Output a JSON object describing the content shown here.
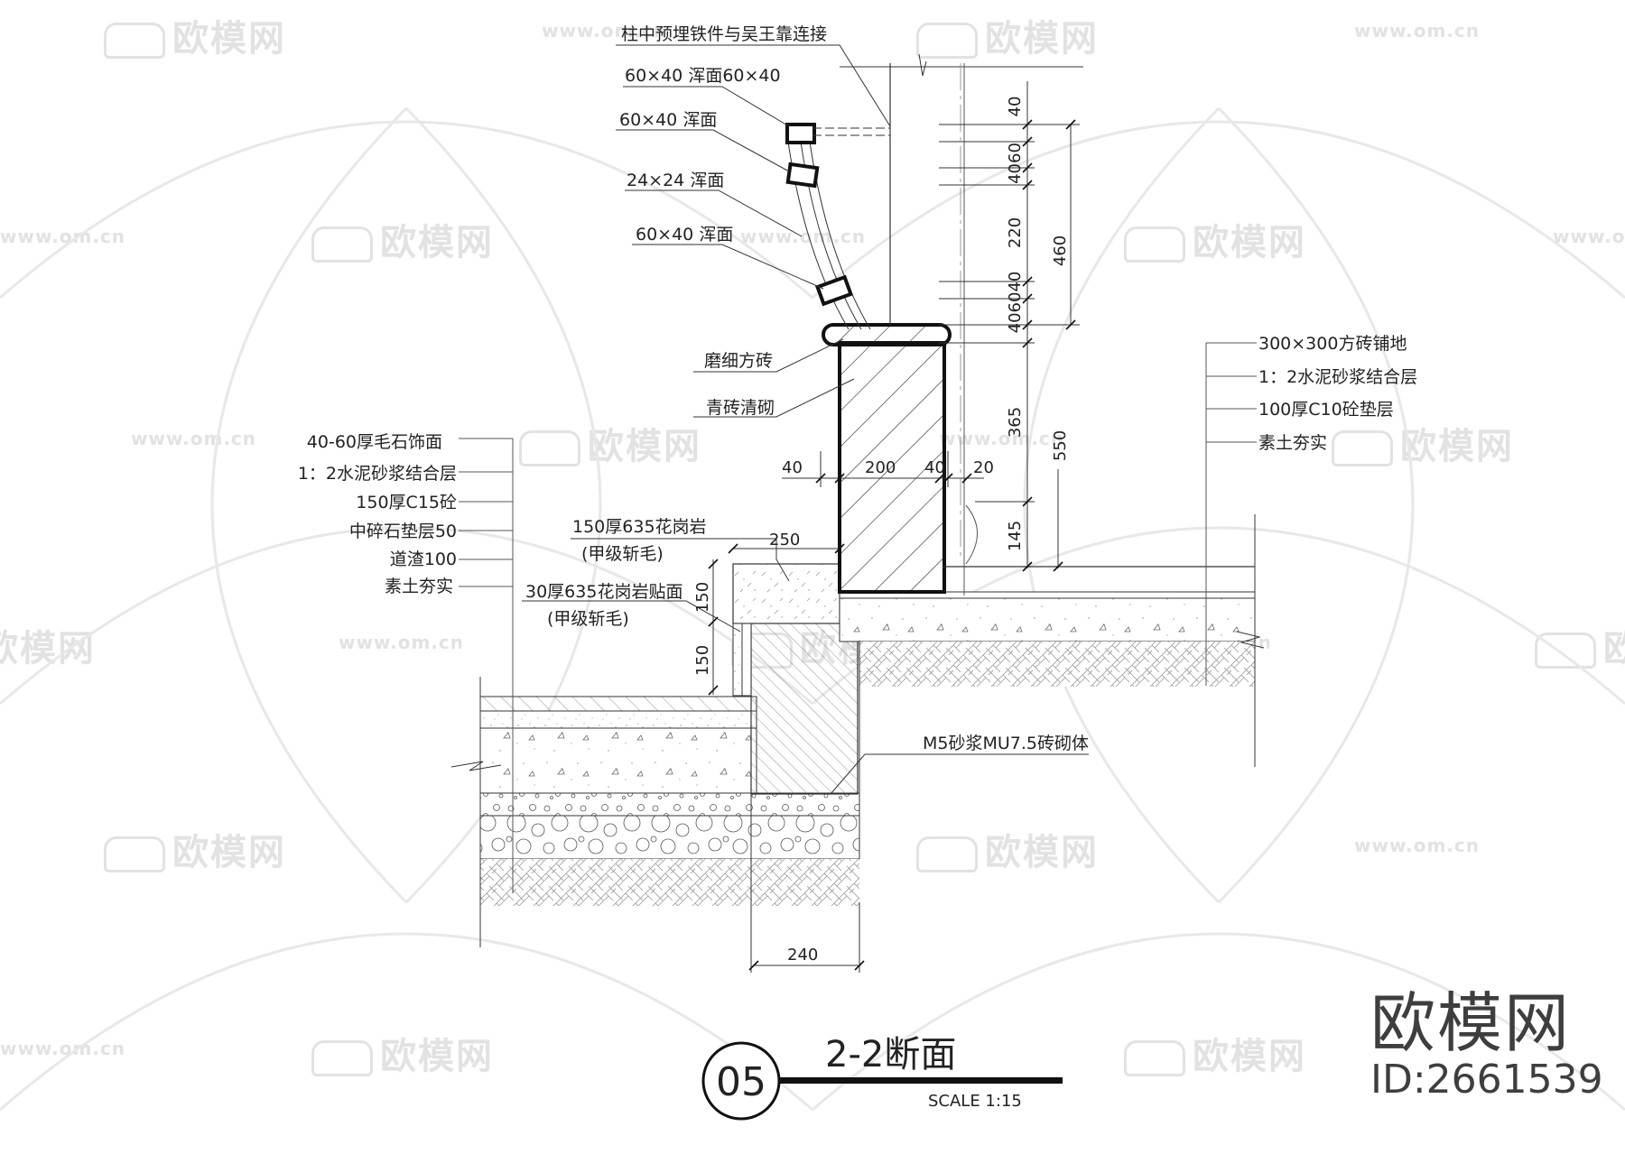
{
  "drawing": {
    "title": "2-2断面",
    "number": "05",
    "scale": "SCALE 1:15"
  },
  "annotations": {
    "top": {
      "embedded_iron": "柱中预埋铁件与吴王靠连接",
      "rail_top": "60×40 浑面60×40",
      "rail_mid": "60×40 浑面",
      "spindle": "24×24 浑面",
      "rail_bottom": "60×40 浑面"
    },
    "wall": {
      "cap": "磨细方砖",
      "body": "青砖清砌",
      "foundation": "M5砂浆MU7.5砖砌体"
    },
    "left_layers": [
      "40-60厚毛石饰面",
      "1：2水泥砂浆结合层",
      "150厚C15砼",
      "中碎石垫层50",
      "道渣100",
      "素土夯实"
    ],
    "right_layers": [
      "300×300方砖铺地",
      "1：2水泥砂浆结合层",
      "100厚C10砼垫层",
      "素土夯实"
    ],
    "granite": {
      "step_line1": "150厚635花岗岩",
      "step_line2": "(甲级斩毛)",
      "facing_line1": "30厚635花岗岩贴面",
      "facing_line2": "(甲级斩毛)"
    }
  },
  "dimensions": {
    "top_stack": [
      "40",
      "40",
      "60",
      "220",
      "40",
      "60",
      "40",
      "40"
    ],
    "railing_total": "460",
    "wall_upper": "365",
    "wall_lower": "145",
    "wall_total": "550",
    "width_left": "40",
    "width_wall": "200",
    "width_right": "40",
    "width_gap": "20",
    "step_width": "250",
    "step_height_upper": "150",
    "step_height_lower": "150",
    "foundation_width": "240"
  },
  "watermarks": {
    "brand_cn": "欧模网",
    "url": "www.om.cn",
    "id": "ID:2661539"
  }
}
